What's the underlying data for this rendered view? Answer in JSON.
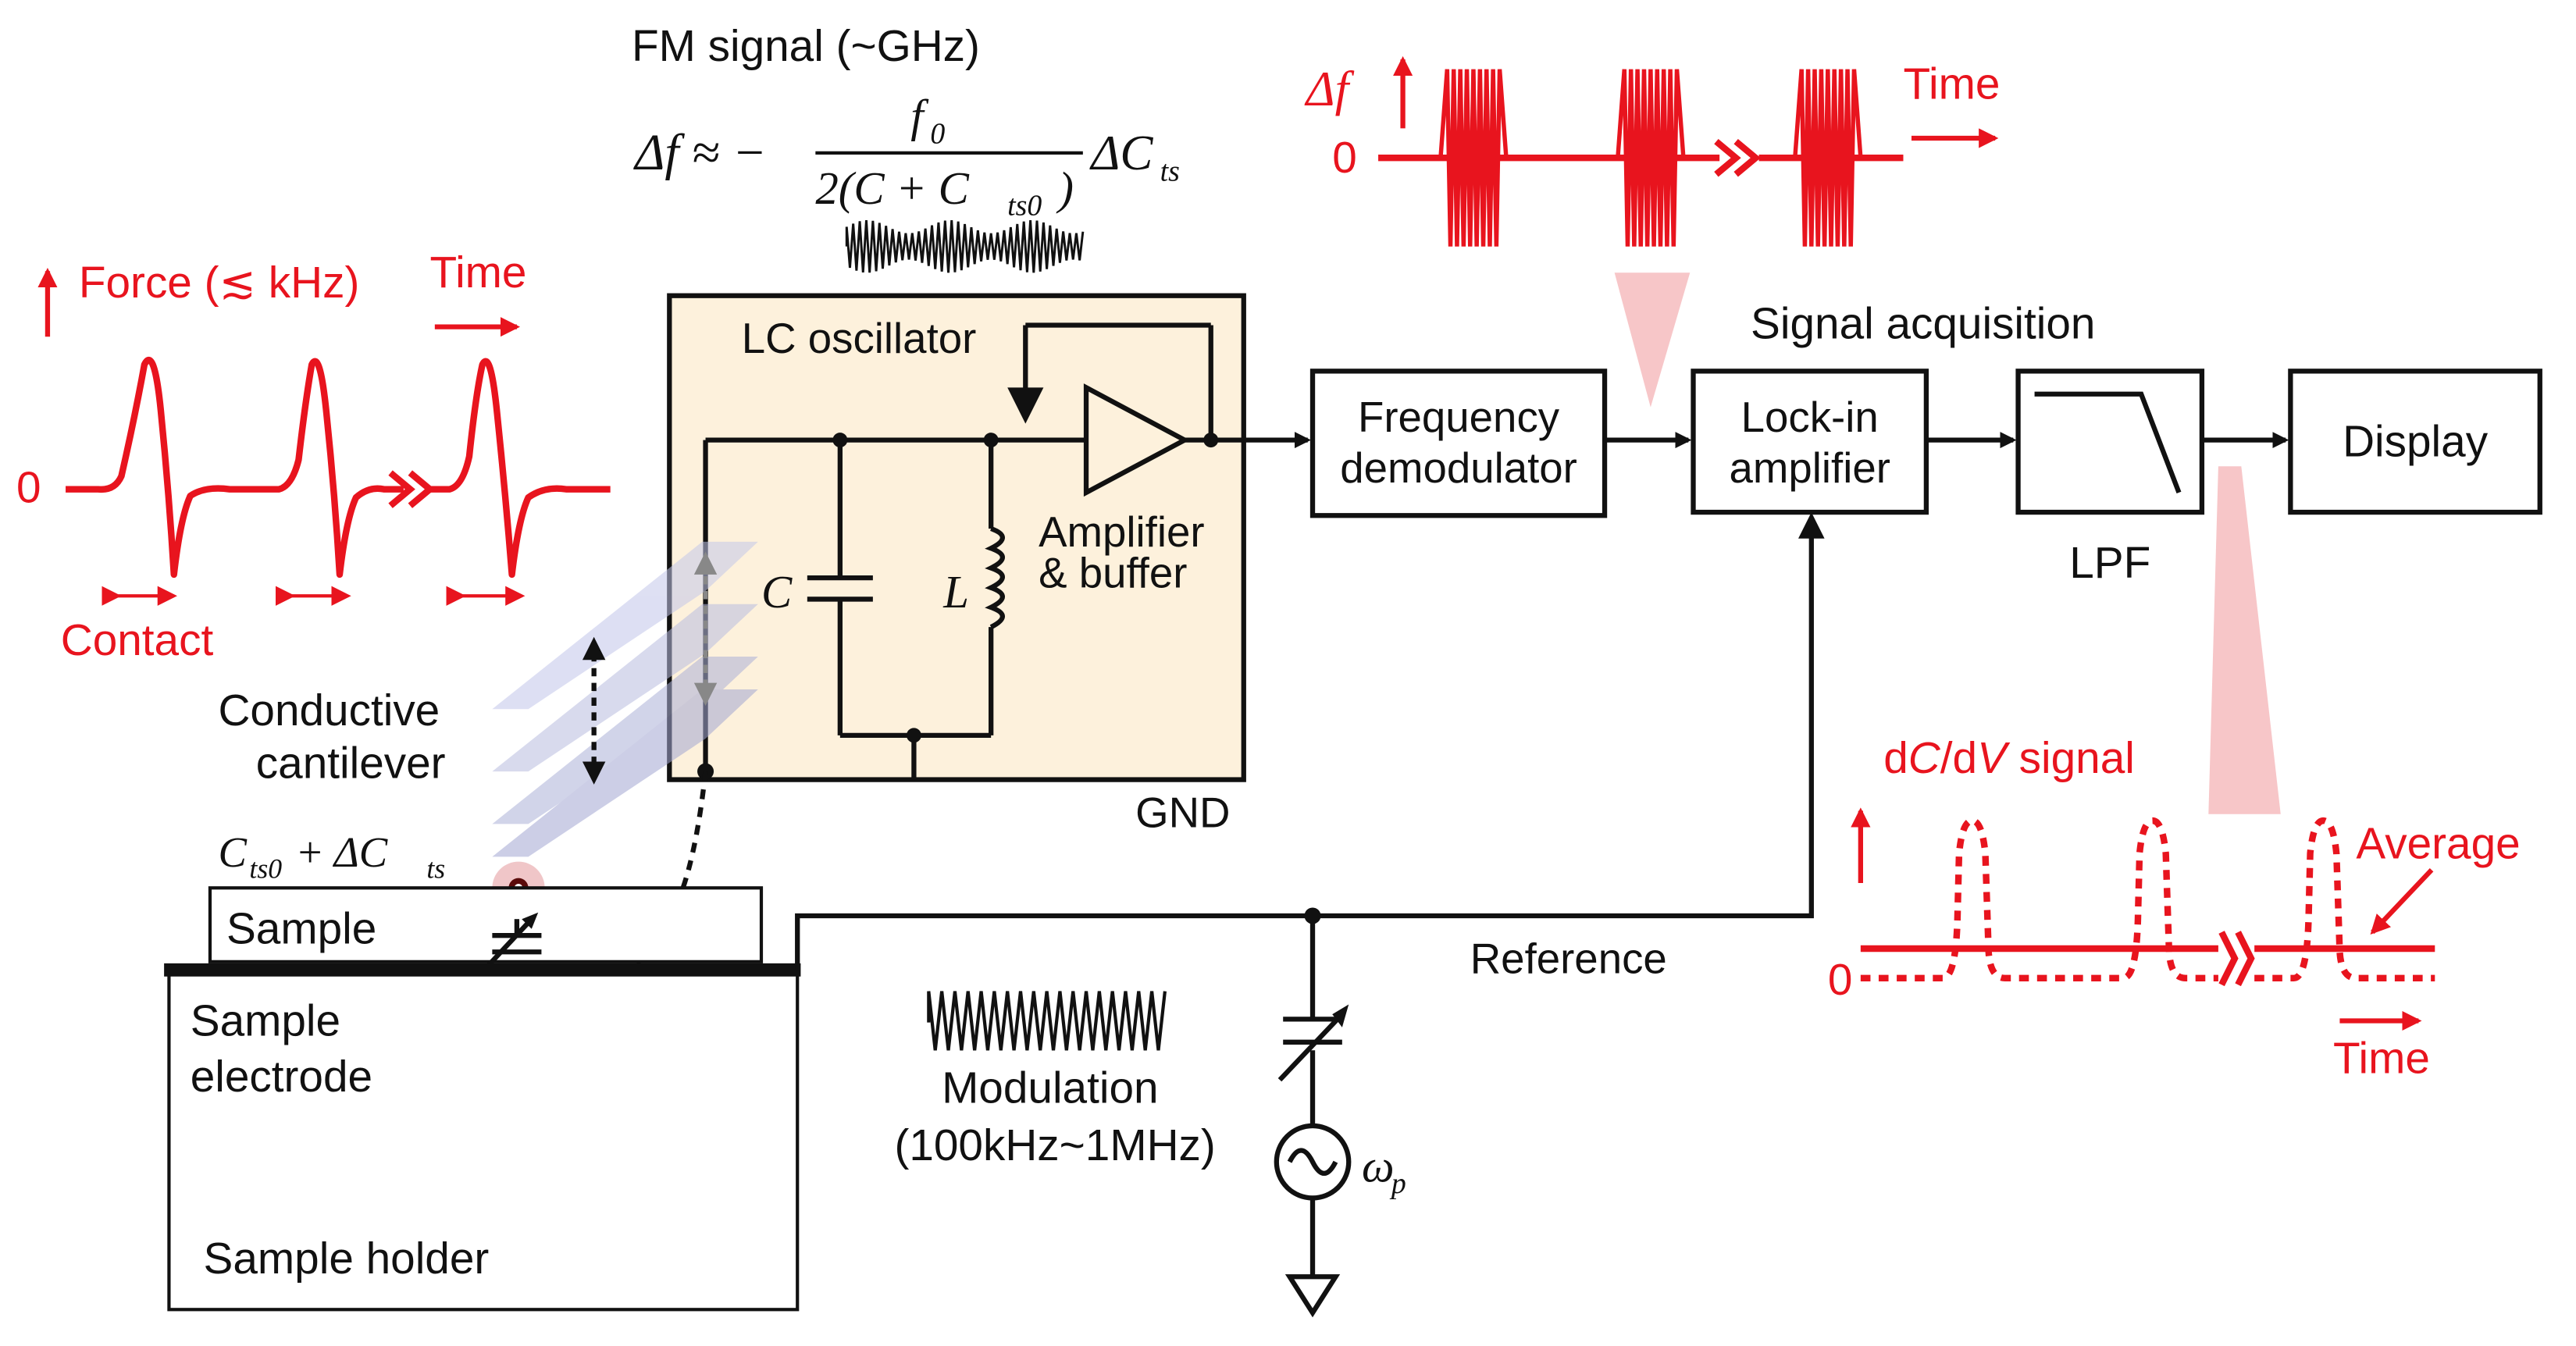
{
  "colors": {
    "signal_red": "#e8141e",
    "oscillator_fill": "#fdf1dc",
    "black": "#111111",
    "cantilever": "#b9bde0",
    "cone": "#f7c6c8"
  },
  "fm": {
    "title": "FM signal (~GHz)",
    "eq_lhs": "Δf ≈ −",
    "eq_num": "f",
    "eq_num_sub": "0",
    "eq_den": "2(C + C",
    "eq_den_sub": "ts0",
    "eq_den_close": ")",
    "eq_rhs": "ΔC",
    "eq_rhs_sub": "ts"
  },
  "force": {
    "axis_label": "Force (≲ kHz)",
    "time_label": "Time",
    "zero": "0",
    "contact_label": "Contact"
  },
  "oscillator": {
    "title": "LC oscillator",
    "c_label": "C",
    "l_label": "L",
    "amp_line1": "Amplifier",
    "amp_line2": "& buffer",
    "gnd_label": "GND"
  },
  "blocks": {
    "freq_demod_line1": "Frequency",
    "freq_demod_line2": "demodulator",
    "lockin_line1": "Lock-in",
    "lockin_line2": "amplifier",
    "lpf": "LPF",
    "display": "Display",
    "signal_acq": "Signal acquisition"
  },
  "delta_f": {
    "axis_label": "Δf",
    "zero": "0",
    "time_label": "Time"
  },
  "cantilever": {
    "line1": "Conductive",
    "line2": "cantilever",
    "cap_label_a": "C",
    "cap_label_a_sub": "ts0",
    "cap_label_b": "+ ΔC",
    "cap_label_b_sub": "ts"
  },
  "sample": {
    "sample": "Sample",
    "electrode_line1": "Sample",
    "electrode_line2": "electrode",
    "holder": "Sample holder"
  },
  "modulation": {
    "line1": "Modulation",
    "line2": "(100kHz~1MHz)",
    "omega": "ω",
    "omega_sub": "p"
  },
  "reference": "Reference",
  "dcdv": {
    "title_pre": "d",
    "title_c": "C",
    "title_mid": "/d",
    "title_v": "V",
    "title_post": " signal",
    "average": "Average",
    "zero": "0",
    "time_label": "Time"
  }
}
